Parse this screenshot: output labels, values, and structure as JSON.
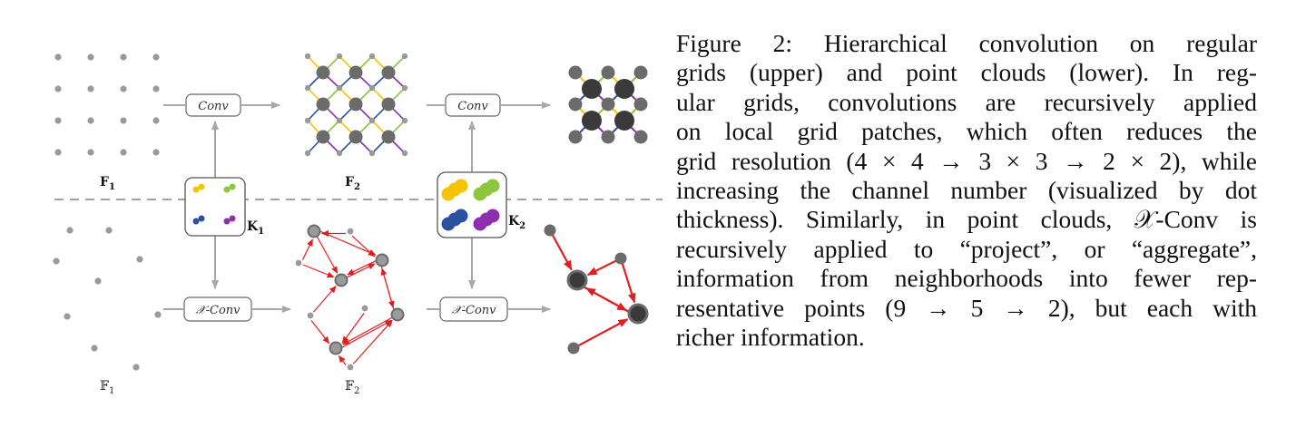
{
  "figure": {
    "ops": {
      "conv": "Conv",
      "xconv": "𝒳-Conv"
    },
    "labels": {
      "F1": "F",
      "F1_sub": "1",
      "F2": "F",
      "F2_sub": "2",
      "K1": "K",
      "K1_sub": "1",
      "K2": "K",
      "K2_sub": "2",
      "PF1": "𝔽",
      "PF1_sub": "1",
      "PF2": "𝔽",
      "PF2_sub": "2"
    },
    "colors": {
      "grid_dot": "#9a9a9a",
      "node_dark": "#6b6b6b",
      "node_darker": "#3a3a3a",
      "arrow_red": "#e02020",
      "yellow": "#f5c400",
      "green": "#8cc63f",
      "blue": "#2c4fa0",
      "purple": "#8e2fb0",
      "dashed_line": "#a0a0a0"
    }
  },
  "caption": {
    "lines": [
      "Figure 2: Hierarchical convolution on regular",
      "grids (upper) and point clouds (lower). In reg-",
      "ular grids, convolutions are recursively applied",
      "on local grid patches, which often reduces the",
      "grid resolution (4 × 4 → 3 × 3 → 2 × 2), while",
      "increasing the channel number (visualized by dot",
      "thickness). Similarly, in point clouds, 𝒳-Conv is",
      "recursively applied to “project”, or “aggregate”,",
      "information from neighborhoods into fewer rep-",
      "resentative points (9 → 5 → 2), but each with",
      "richer information."
    ]
  }
}
